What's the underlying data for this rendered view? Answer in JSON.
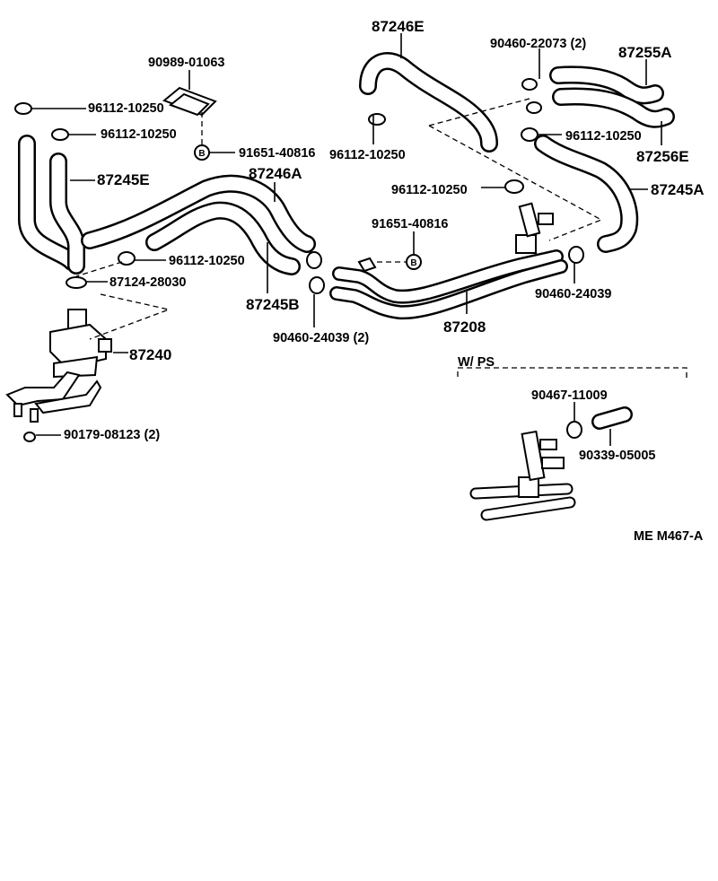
{
  "labels": {
    "l_87246E": "87246E",
    "l_90460_22073": "90460-22073 (2)",
    "l_87255A": "87255A",
    "l_90989": "90989-01063",
    "l_96112_a": "96112-10250",
    "l_96112_b": "96112-10250",
    "l_96112_c": "96112-10250",
    "l_96112_d": "96112-10250",
    "l_96112_e": "96112-10250",
    "l_96112_f": "96112-10250",
    "l_87256E": "87256E",
    "l_91651_a": "91651-40816",
    "l_91651_b": "91651-40816",
    "l_87245E": "87245E",
    "l_87246A": "87246A",
    "l_87245A": "87245A",
    "l_87124": "87124-28030",
    "l_87245B": "87245B",
    "l_90460_24039_a": "90460-24039",
    "l_90460_24039_b": "90460-24039 (2)",
    "l_87208": "87208",
    "l_87240": "87240",
    "l_wps": "W/ PS",
    "l_90467": "90467-11009",
    "l_90339": "90339-05005",
    "l_90179": "90179-08123 (2)",
    "l_ref": "ME  M467-A",
    "marker_b1": "B",
    "marker_b2": "B"
  }
}
